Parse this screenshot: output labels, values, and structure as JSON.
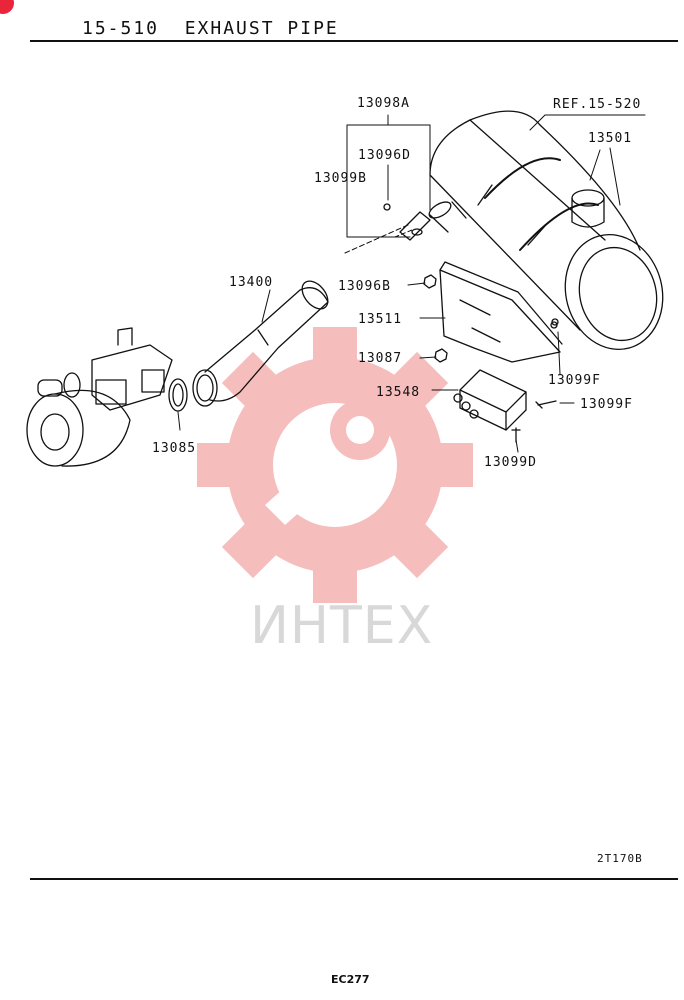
{
  "header": {
    "title": "15-510  EXHAUST PIPE"
  },
  "callouts": {
    "p13098A": "13098A",
    "ref": "REF.15-520",
    "p13501": "13501",
    "p13096D": "13096D",
    "p13099B": "13099B",
    "p13400": "13400",
    "p13096B": "13096B",
    "p13511": "13511",
    "p13087": "13087",
    "p13548": "13548",
    "p13099F_a": "13099F",
    "p13099F_b": "13099F",
    "p13085": "13085",
    "p13099D": "13099D"
  },
  "footer": {
    "drawing_code": "2T170B",
    "page": "EC277"
  },
  "watermark": {
    "text": "ИНТЕХ",
    "logo": "gear-wrench-logo",
    "color": "#f3a5a5"
  }
}
